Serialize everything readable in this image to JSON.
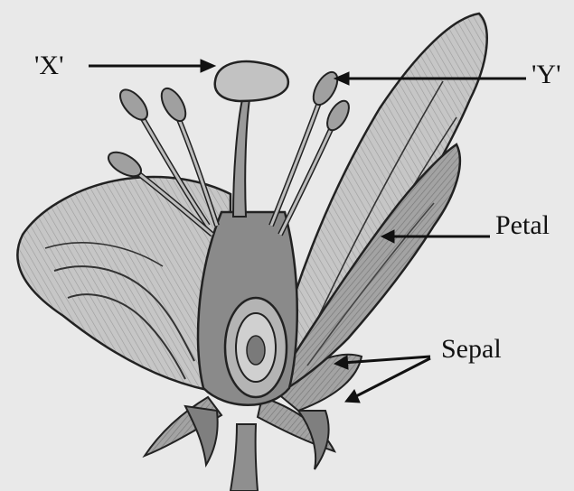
{
  "labels": {
    "x": "'X'",
    "y": "'Y'",
    "petal": "Petal",
    "sepal": "Sepal"
  },
  "colors": {
    "background": "#e9e9e9",
    "ink": "#111111",
    "shade_dark": "#6e6e6e",
    "shade_mid": "#9a9a9a",
    "shade_light": "#c8c8c8"
  }
}
